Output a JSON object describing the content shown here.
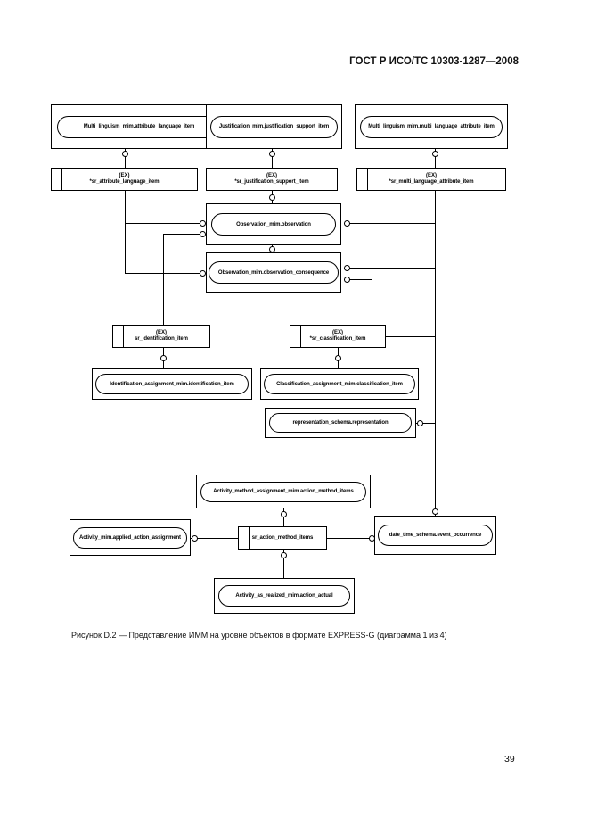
{
  "header": {
    "title": "ГОСТ Р ИСО/ТС 10303-1287—2008"
  },
  "diagram": {
    "nodes": {
      "mlm_attr_lang": {
        "label": "Multi_linguism_mim.attribute_language_item"
      },
      "just_support": {
        "label": "Justification_mim.justification_support_item"
      },
      "mlm_multi_lang": {
        "label": "Multi_linguism_mim.multi_language_attribute_item"
      },
      "sr_attr_lang": {
        "tag": "(EX)",
        "label": "*sr_attribute_language_item"
      },
      "sr_just_support": {
        "tag": "(EX)",
        "label": "*sr_justification_support_item"
      },
      "sr_multi_lang": {
        "tag": "(EX)",
        "label": "*sr_multi_language_attribute_item"
      },
      "obs": {
        "label": "Observation_mim.observation"
      },
      "obs_conseq": {
        "label": "Observation_mim.observation_consequence"
      },
      "sr_ident": {
        "tag": "(EX)",
        "label": "sr_identification_item"
      },
      "sr_class": {
        "tag": "(EX)",
        "label": "*sr_classification_item"
      },
      "ident_assign": {
        "label": "Identification_assignment_mim.identification_item"
      },
      "class_assign": {
        "label": "Classification_assignment_mim.classification_item"
      },
      "repr": {
        "label": "representation_schema.representation"
      },
      "act_method": {
        "label": "Activity_method_assignment_mim.action_method_items"
      },
      "act_applied": {
        "label": "Activity_mim.applied_action_assignment"
      },
      "sr_action_method": {
        "label": "sr_action_method_items"
      },
      "date_time": {
        "label": "date_time_schema.event_occurrence"
      },
      "act_actual": {
        "label": "Activity_as_realized_mim.action_actual"
      }
    }
  },
  "caption": "Рисунок D.2 — Представление ИММ на уровне объектов в формате EXPRESS-G (диаграмма 1 из 4)",
  "page_number": "39"
}
